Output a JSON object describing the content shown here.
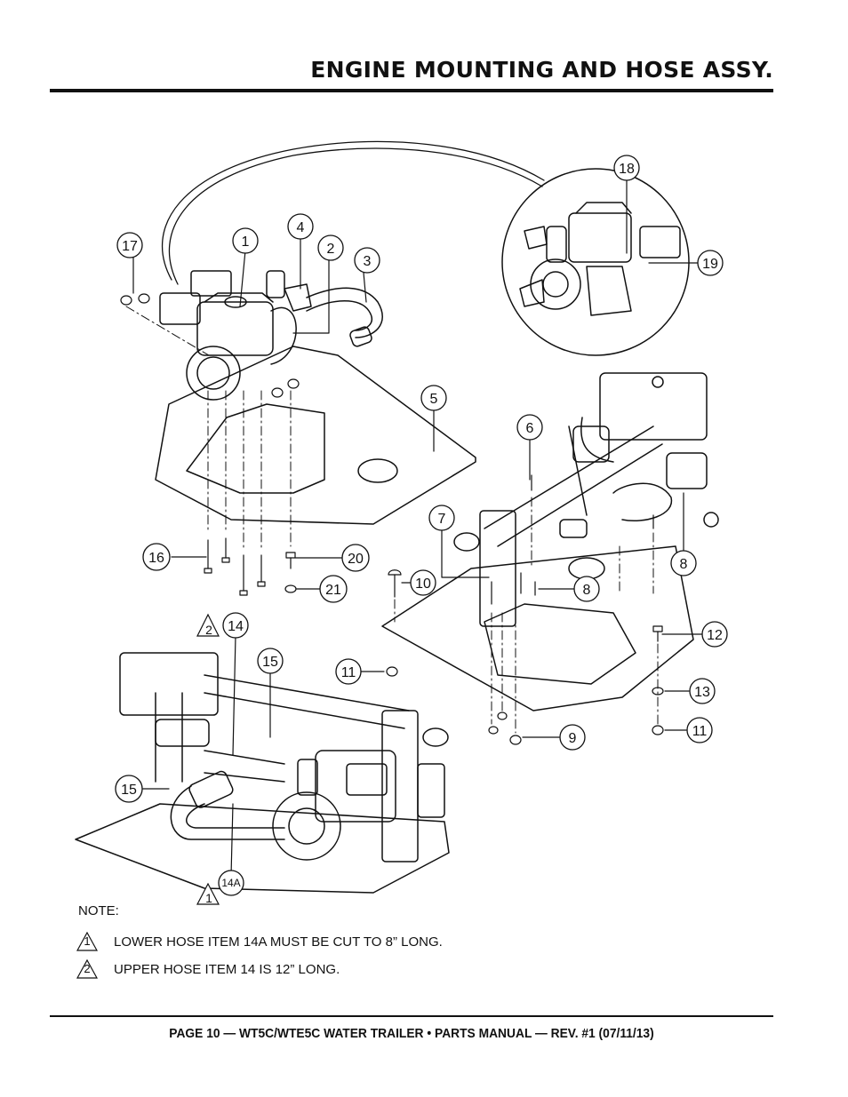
{
  "header": {
    "title": "ENGINE MOUNTING AND HOSE ASSY."
  },
  "callouts": {
    "c1": "1",
    "c2": "2",
    "c3": "3",
    "c4": "4",
    "c5": "5",
    "c6": "6",
    "c7": "7",
    "c8a": "8",
    "c8b": "8",
    "c9": "9",
    "c10": "10",
    "c11a": "11",
    "c11b": "11",
    "c12": "12",
    "c13": "13",
    "c14": "14",
    "c14a": "14A",
    "c15a": "15",
    "c15b": "15",
    "c16": "16",
    "c17": "17",
    "c18": "18",
    "c19": "19",
    "c20": "20",
    "c21": "21",
    "tri2": "2",
    "tri1": "1"
  },
  "notes": {
    "label": "NOTE:",
    "items": [
      {
        "marker": "1",
        "text": "LOWER HOSE ITEM 14A MUST BE CUT TO 8” LONG."
      },
      {
        "marker": "2",
        "text": "UPPER HOSE ITEM 14 IS 12” LONG."
      }
    ]
  },
  "footer": {
    "text": "PAGE 10 — WT5C/WTE5C WATER TRAILER • PARTS MANUAL — REV. #1 (07/11/13)"
  }
}
